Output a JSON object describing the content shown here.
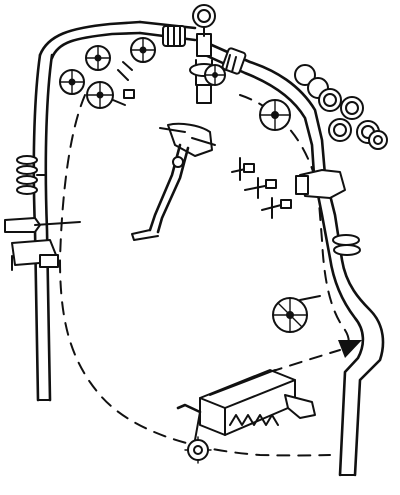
{
  "figure": {
    "kind": "line-drawing",
    "subject": "backhead-with-pipes-valves-and-controls",
    "colors": {
      "ink": "#111111",
      "paper": "#ffffff"
    },
    "components": [
      {
        "name": "outline-boundary",
        "style": "dashed"
      },
      {
        "name": "top-pipe-manifold"
      },
      {
        "name": "handwheel-valves",
        "count": 11
      },
      {
        "name": "throttle-lever"
      },
      {
        "name": "gauge-fittings",
        "count": 3
      },
      {
        "name": "center-handwheel"
      },
      {
        "name": "firebox-door-mechanism"
      },
      {
        "name": "direction-arrow",
        "direction": "right"
      }
    ]
  }
}
